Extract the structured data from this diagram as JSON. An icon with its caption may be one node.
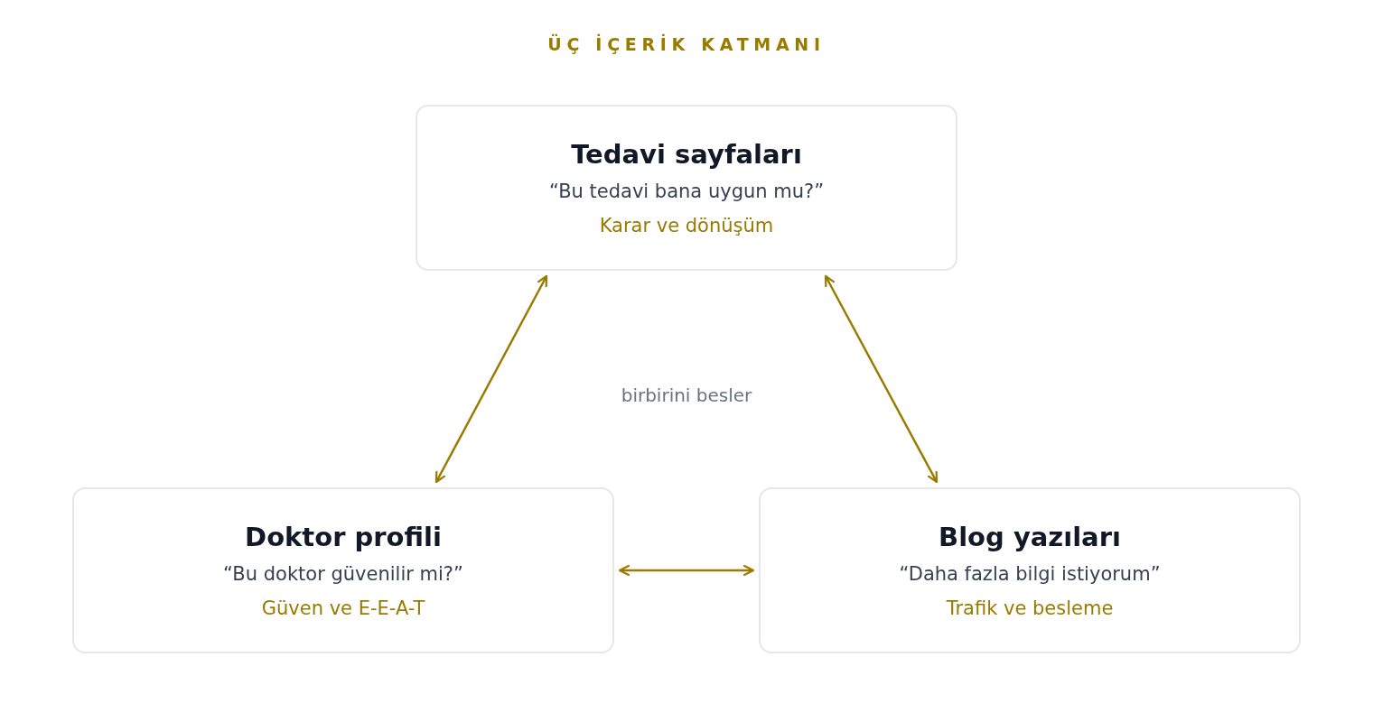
{
  "diagram": {
    "title": "ÜÇ İÇERİK KATMANI",
    "nodes": [
      {
        "text": [
          "Tedavi sayfaları",
          "“Bu tedavi bana uygun mu?”",
          "Karar ve dönüşüm"
        ]
      },
      {
        "text": [
          "Doktor profili",
          "“Bu doktor güvenilir mi?”",
          "Güven ve E-E-A-T"
        ]
      },
      {
        "text": [
          "Blog yazıları",
          "“Daha fazla bilgi istiyorum”",
          "Trafik ve besleme"
        ]
      }
    ],
    "edges": [
      {
        "from": 0,
        "to": 1,
        "arrow": "both"
      },
      {
        "from": 0,
        "to": 2,
        "arrow": "both"
      },
      {
        "from": 1,
        "to": 2,
        "arrow": "both"
      }
    ],
    "labels": [
      "birbirini besler"
    ]
  }
}
